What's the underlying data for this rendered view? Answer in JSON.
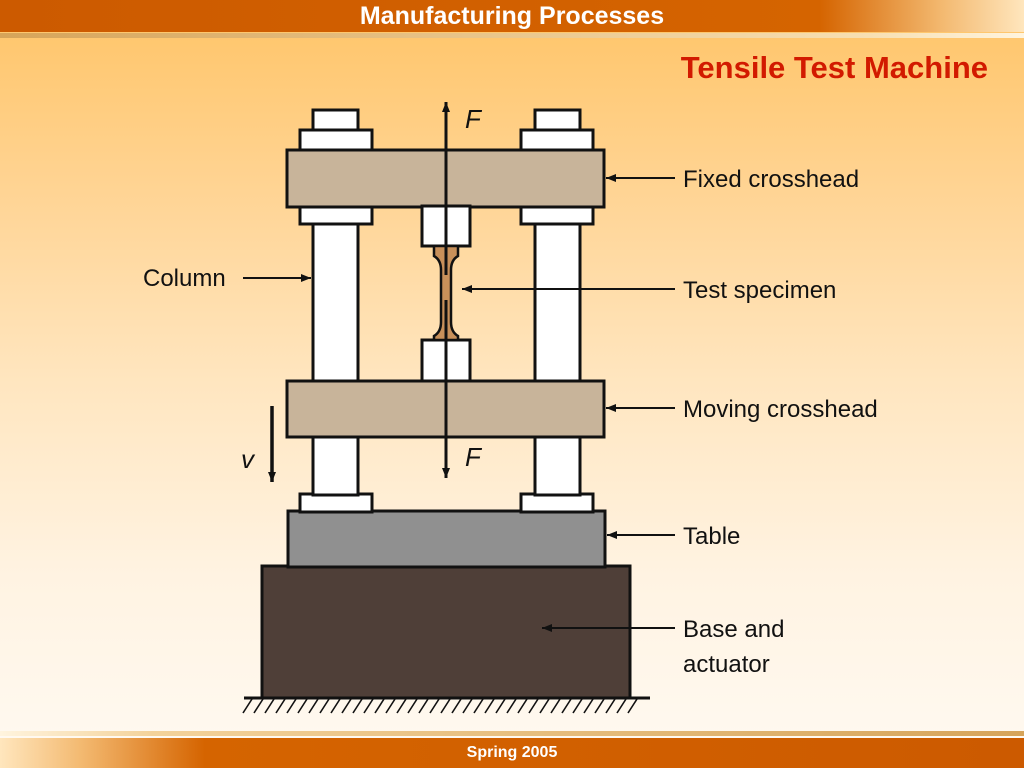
{
  "header": {
    "title": "Manufacturing Processes"
  },
  "slide": {
    "title": "Tensile Test Machine"
  },
  "diagram": {
    "labels": {
      "fixed_crosshead": "Fixed crosshead",
      "test_specimen": "Test specimen",
      "column": "Column",
      "moving_crosshead": "Moving crosshead",
      "table": "Table",
      "base_line1": "Base and",
      "base_line2": "actuator"
    },
    "force_top": "F",
    "force_bottom": "F",
    "velocity": "v"
  },
  "footer": {
    "text": "Spring 2005"
  },
  "colors": {
    "header_bar": "#cc5a00",
    "title_red": "#d21a00",
    "crosshead_fill": "#c8b49a",
    "specimen_fill": "#c8905a",
    "table_fill": "#909090",
    "base_fill": "#4f3f38"
  }
}
